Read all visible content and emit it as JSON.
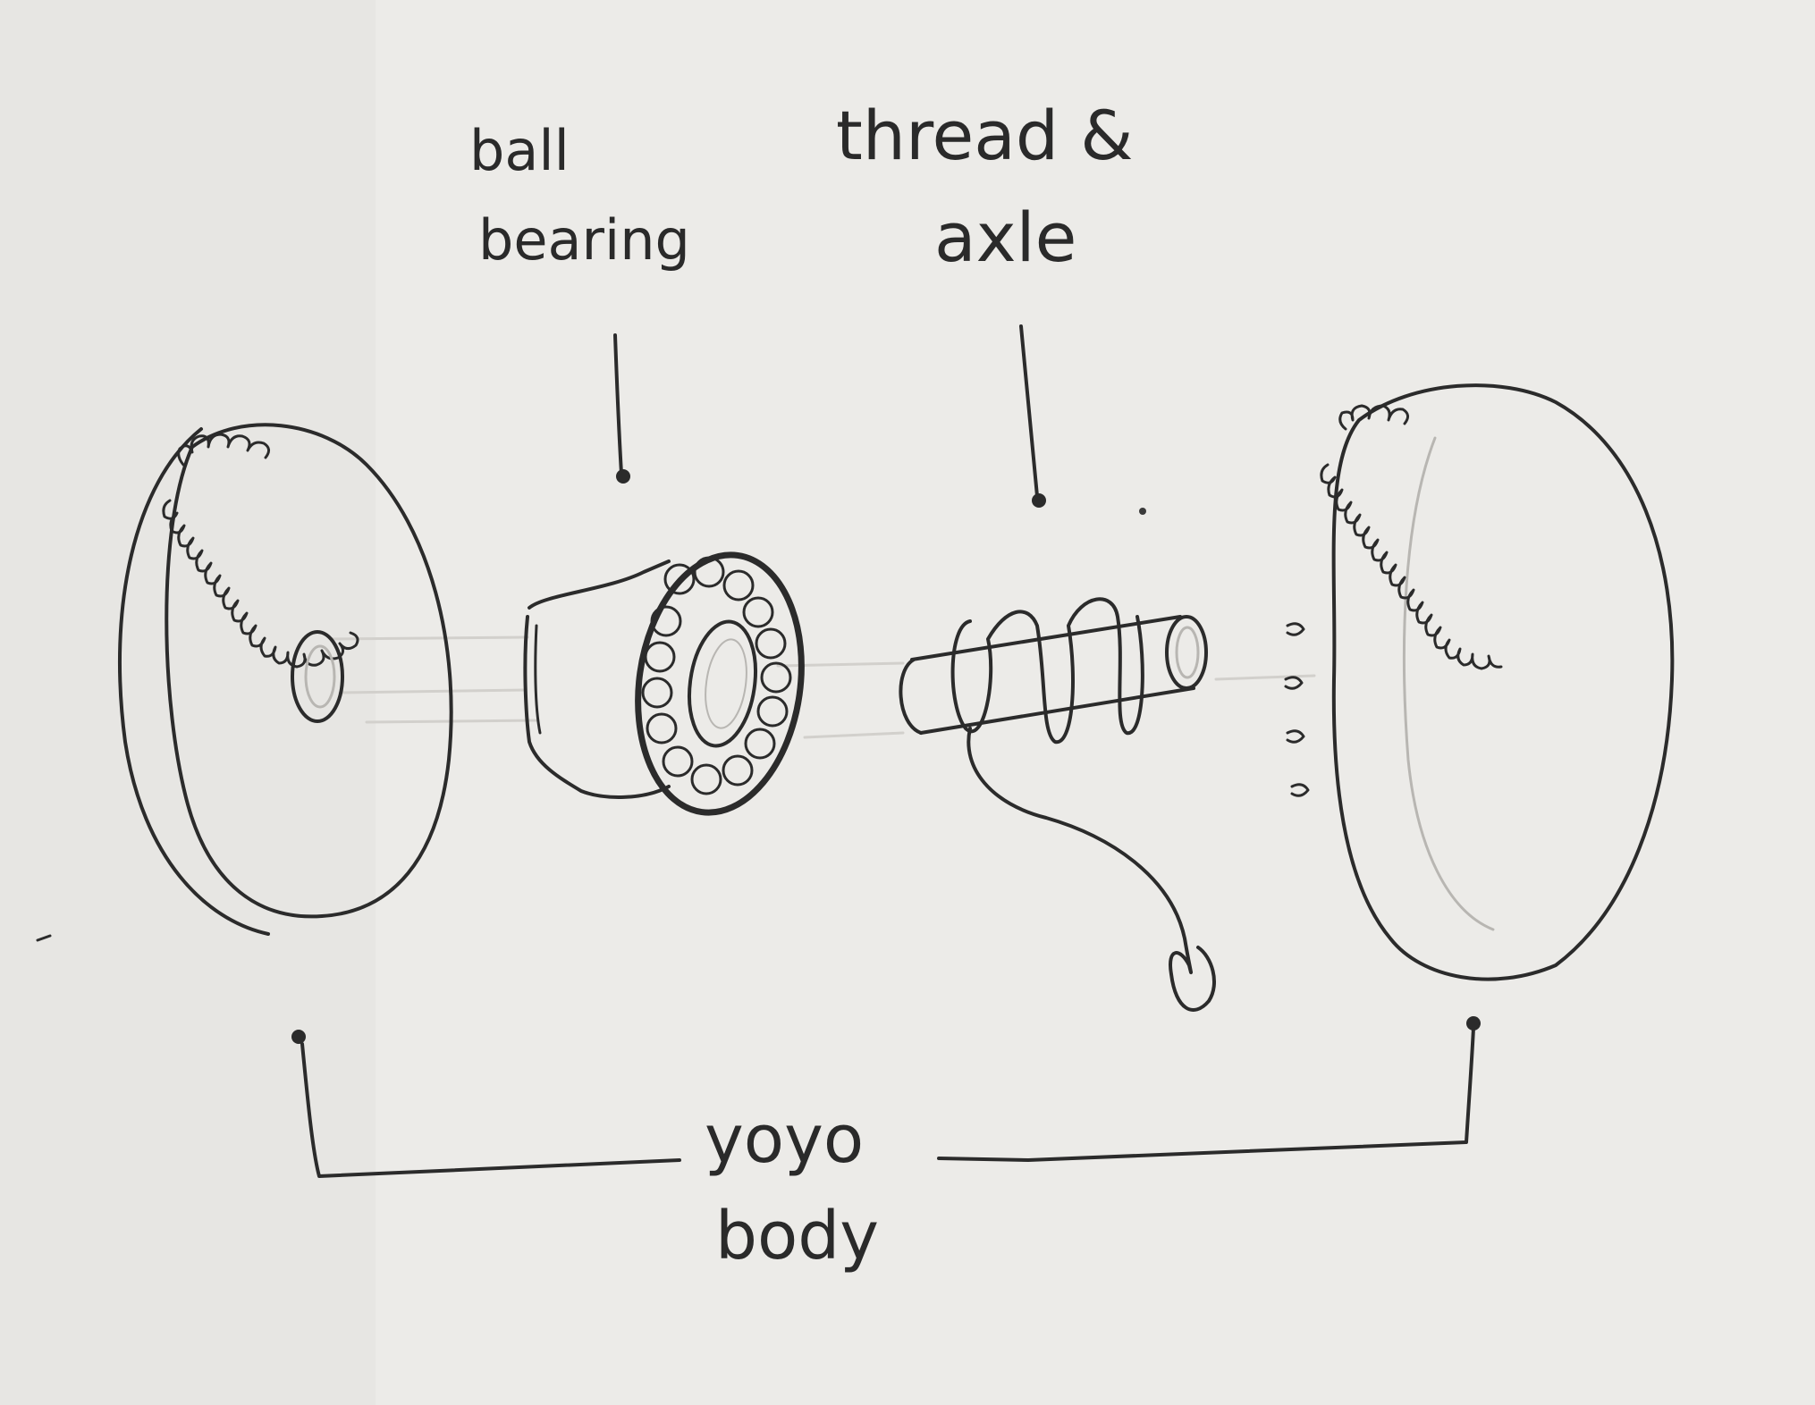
{
  "diagram": {
    "labels": {
      "ball_bearing_line1": "ball",
      "ball_bearing_line2": "bearing",
      "thread_axle_line1": "thread &",
      "thread_axle_line2": "axle",
      "yoyo_body_line1": "yoyo",
      "yoyo_body_line2": "body"
    },
    "parts": [
      "left-yoyo-half",
      "ball-bearing",
      "axle",
      "thread",
      "right-yoyo-half"
    ],
    "colors": {
      "paper": "#ecebe8",
      "pencil": "#2b2b2b",
      "guide_lines": "#b8b6b2"
    }
  }
}
